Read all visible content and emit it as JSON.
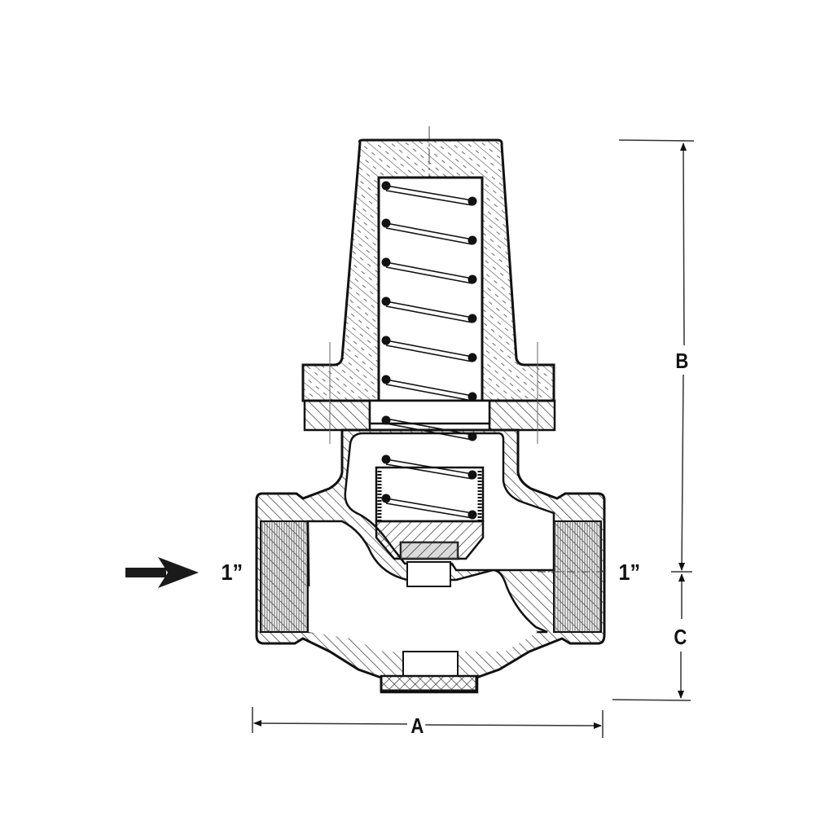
{
  "diagram": {
    "subject": "Pressure reducing valve cross-section",
    "colors": {
      "line": "#111111",
      "hatch": "#333333",
      "background": "#ffffff",
      "thread": "#555555"
    },
    "inlet": {
      "size_label": "1”",
      "flow_arrow": "arrow-right-icon"
    },
    "outlet": {
      "size_label": "1”"
    },
    "dimensions": {
      "A": {
        "label": "A",
        "orientation": "horizontal",
        "meaning": "overall length"
      },
      "B": {
        "label": "B",
        "orientation": "vertical",
        "meaning": "height above pipe centerline"
      },
      "C": {
        "label": "C",
        "orientation": "vertical",
        "meaning": "height below pipe centerline"
      }
    },
    "parts": [
      "spring bonnet",
      "spring",
      "bonnet flange",
      "body",
      "valve disc cup",
      "valve seat insert",
      "bottom plug",
      "threaded inlet port",
      "threaded outlet port"
    ]
  }
}
